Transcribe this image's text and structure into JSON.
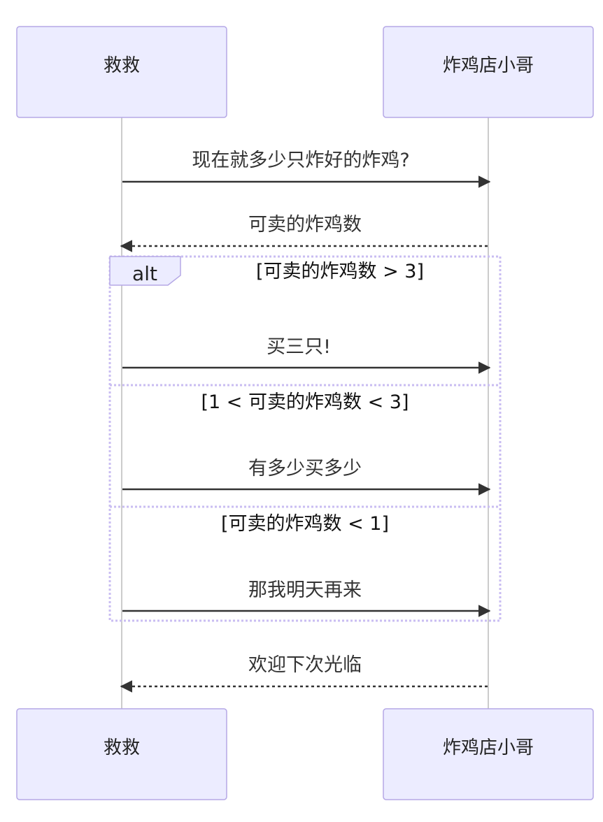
{
  "actors": {
    "left": "救救",
    "right": "炸鸡店小哥"
  },
  "messages": {
    "m1": "现在就多少只炸好的炸鸡?",
    "m2": "可卖的炸鸡数",
    "m3": "买三只!",
    "m4": "有多少买多少",
    "m5": "那我明天再来",
    "m6": "欢迎下次光临"
  },
  "alt": {
    "label": "alt",
    "cond1": "[可卖的炸鸡数 > 3]",
    "cond2": "[1 < 可卖的炸鸡数 < 3]",
    "cond3": "[可卖的炸鸡数 < 1]"
  },
  "colors": {
    "actor_fill": "#ececff",
    "actor_border": "#b5a8e6",
    "frame_border": "#c9bdf2",
    "line": "#333333"
  }
}
